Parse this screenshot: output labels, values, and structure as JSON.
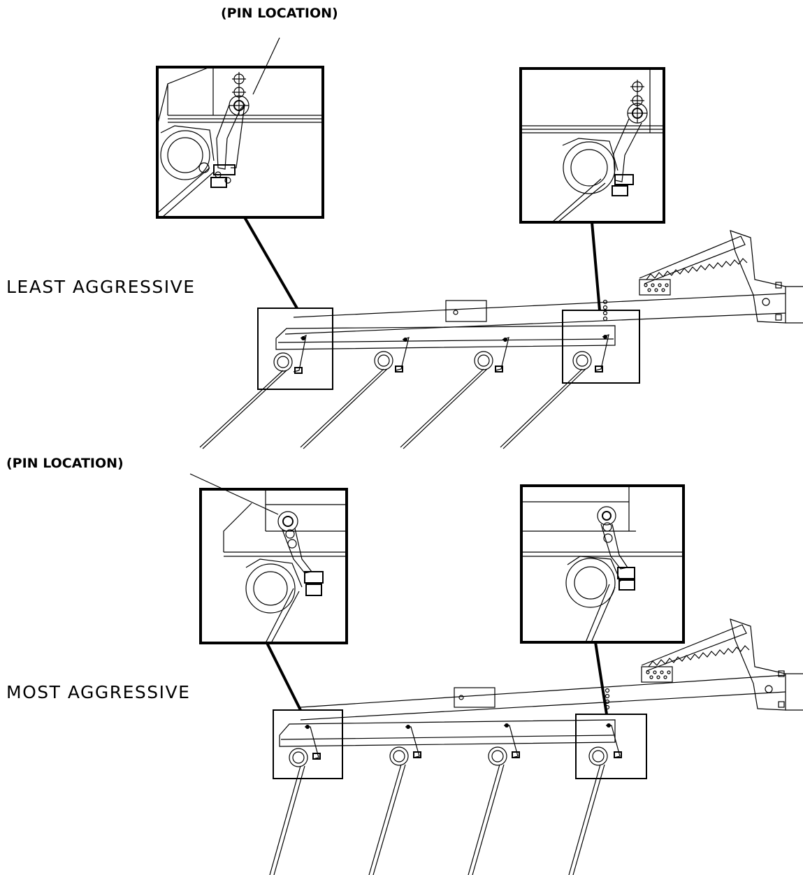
{
  "callouts": {
    "pin_location_top": "(PIN LOCATION)",
    "pin_location_bottom": "(PIN LOCATION)"
  },
  "settings": {
    "least": "LEAST AGGRESSIVE",
    "most": "MOST AGGRESSIVE"
  }
}
